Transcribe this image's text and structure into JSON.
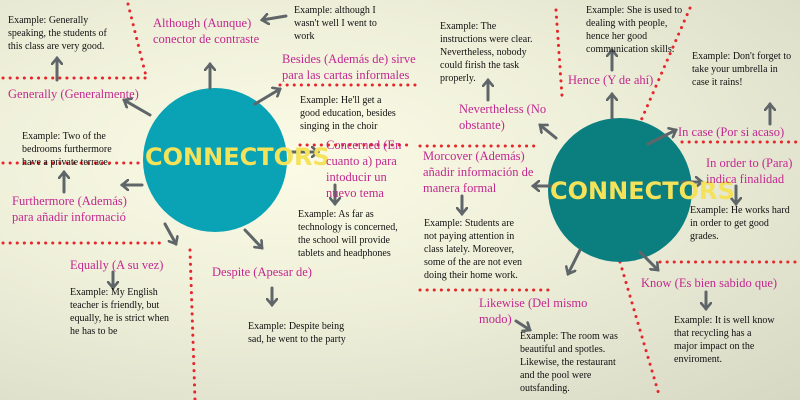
{
  "left": {
    "title": "CONNECTORS",
    "generally": {
      "example": [
        "Example: Generally",
        "speaking, the students of",
        "this class are very good."
      ],
      "term": "Generally (Generalmente)"
    },
    "although": {
      "term": [
        "Although (Aunque)",
        "conector de contraste"
      ],
      "example": [
        "Example: although I",
        "wasn't well I went to",
        "work"
      ]
    },
    "besides": {
      "term": [
        "Besides (Además de) sirve",
        "para las cartas informales"
      ],
      "example": [
        "Example: He'll get a",
        "good education, besides",
        "singing in the choir"
      ]
    },
    "furthermore": {
      "example": [
        "Example: Two of the",
        "bedrooms furthermore",
        "have a private terrace."
      ],
      "term": [
        "Furthermore (Además) ",
        "para añadir informació"
      ]
    },
    "concerned": {
      "term": [
        "Concerned (En",
        "cuanto a) para",
        "intoducir un",
        "nuevo tema"
      ],
      "example": [
        "Example: As far as",
        "technology is concerned,",
        "the school will provide",
        "tablets and headphones"
      ]
    },
    "equally": {
      "term": "Equally (A su vez)",
      "example": [
        "Example: My English",
        "teacher is friendly, but",
        "equally, he is strict when",
        "he has to be"
      ]
    },
    "despite": {
      "term": "Despite (Apesar de)",
      "example": [
        "Example: Despite being",
        "sad, he went to the party"
      ]
    }
  },
  "right": {
    "title": "CONNECTORS",
    "nevertheless": {
      "example": [
        "Example: The",
        "instructions were clear.",
        "Nevertheless, nobody",
        "could firish the task",
        "properly."
      ],
      "term": [
        "Nevertheless (No",
        "obstante)"
      ]
    },
    "hence": {
      "example": [
        "Example: She is used to",
        "dealing with people,",
        "hence her good",
        "communication skills."
      ],
      "term": "Hence (Y de ahí)"
    },
    "incase": {
      "example": [
        "Example: Don't forget to",
        "take your umbrella in",
        "case it rains!"
      ],
      "term": "In case (Por si acaso)"
    },
    "moreover": {
      "term": [
        "Morcover (Además)",
        "añadir información de",
        "manera formal"
      ],
      "example": [
        "Example: Students are",
        "not paying attention in",
        "class lately. Moreover,",
        "some of the are not even",
        "doing their home work."
      ]
    },
    "inorder": {
      "term": [
        "In order to (Para)",
        "indica finalidad"
      ],
      "example": [
        "Example: He works hard",
        "in order to get good",
        "grades."
      ]
    },
    "likewise": {
      "term": [
        "Likewise (Del mismo",
        "modo)"
      ],
      "example": [
        "Example: The room was",
        "beautiful and spotles.",
        "Likewise, the restaurant",
        "and the pool were",
        "outsfanding."
      ]
    },
    "know": {
      "term": "Know (Es bien sabido que)",
      "example": [
        "Example: It is well know",
        "that recycling has a",
        "major impact on the",
        "enviroment."
      ]
    }
  },
  "colors": {
    "term": "#c2288f",
    "leftCircle": "#0aa3b5",
    "rightCircle": "#0b7f80",
    "title": "#f4e25a",
    "dots": "#e6262b",
    "arrow": "#5f6669"
  }
}
